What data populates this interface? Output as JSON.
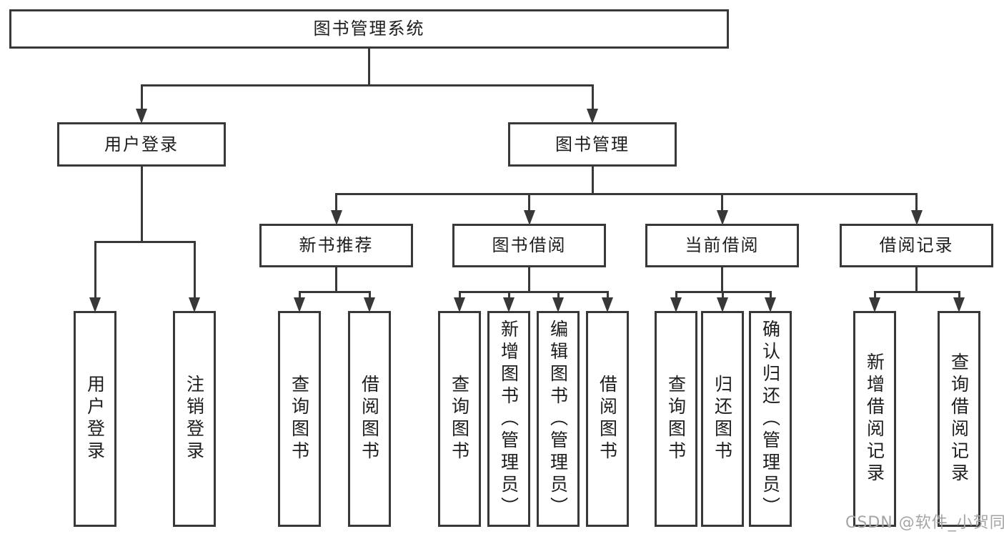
{
  "diagram": {
    "title": "图书管理系统",
    "background_color": "#ffffff",
    "line_color": "#383838",
    "text_color": "#1d1d1d",
    "nodes": {
      "root": {
        "label": "图书管理系统"
      },
      "user-login": {
        "label": "用户登录"
      },
      "book-mgmt": {
        "label": "图书管理"
      },
      "new-book-rec": {
        "label": "新书推荐"
      },
      "book-borrow": {
        "label": "图书借阅"
      },
      "current-borrow": {
        "label": "当前借阅"
      },
      "borrow-record": {
        "label": "借阅记录"
      },
      "leaf-user-login": {
        "label": "用户登录"
      },
      "leaf-logout": {
        "label": "注销登录"
      },
      "leaf-query-book-1": {
        "label": "查询图书"
      },
      "leaf-borrow-book-1": {
        "label": "借阅图书"
      },
      "leaf-query-book-2": {
        "label": "查询图书"
      },
      "leaf-add-book": {
        "label": "新增图书（管理员）"
      },
      "leaf-edit-book": {
        "label": "编辑图书（管理员）"
      },
      "leaf-borrow-book-2": {
        "label": "借阅图书"
      },
      "leaf-query-book-3": {
        "label": "查询图书"
      },
      "leaf-return-book": {
        "label": "归还图书"
      },
      "leaf-confirm-return": {
        "label": "确认归还（管理员）"
      },
      "leaf-add-record": {
        "label": "新增借阅记录"
      },
      "leaf-query-record": {
        "label": "查询借阅记录"
      }
    },
    "structure": [
      {
        "parent": "root",
        "children": [
          "user-login",
          "book-mgmt"
        ]
      },
      {
        "parent": "user-login",
        "children": [
          "leaf-user-login",
          "leaf-logout"
        ]
      },
      {
        "parent": "book-mgmt",
        "children": [
          "new-book-rec",
          "book-borrow",
          "current-borrow",
          "borrow-record"
        ]
      },
      {
        "parent": "new-book-rec",
        "children": [
          "leaf-query-book-1",
          "leaf-borrow-book-1"
        ]
      },
      {
        "parent": "book-borrow",
        "children": [
          "leaf-query-book-2",
          "leaf-add-book",
          "leaf-edit-book",
          "leaf-borrow-book-2"
        ]
      },
      {
        "parent": "current-borrow",
        "children": [
          "leaf-query-book-3",
          "leaf-return-book",
          "leaf-confirm-return"
        ]
      },
      {
        "parent": "borrow-record",
        "children": [
          "leaf-add-record",
          "leaf-query-record"
        ]
      }
    ]
  },
  "watermark": {
    "text": "CSDN @软件_小贺同学"
  }
}
